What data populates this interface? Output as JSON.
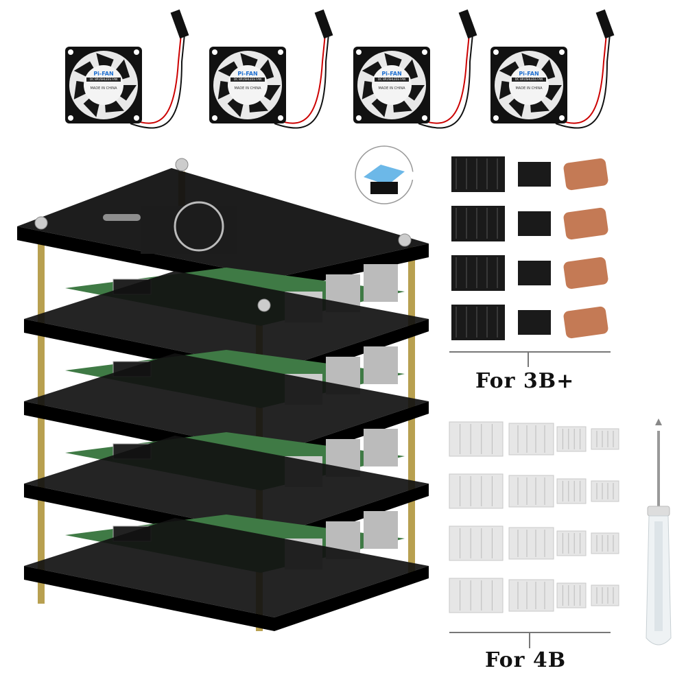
{
  "labels": {
    "for_3b_plus": "For 3B+",
    "for_4b": "For 4B"
  },
  "fan_label": {
    "brand": "Pi-FAN",
    "type": "DC BRUSHLESS FAN",
    "origin": "MADE IN CHINA"
  },
  "colors": {
    "acrylic": "#111111",
    "brass": "#b8a050",
    "pcb": "#3f7a45",
    "copper": "#c47a55",
    "aluminum": "#e6e6e6",
    "heatsink_black": "#1a1a1a"
  }
}
